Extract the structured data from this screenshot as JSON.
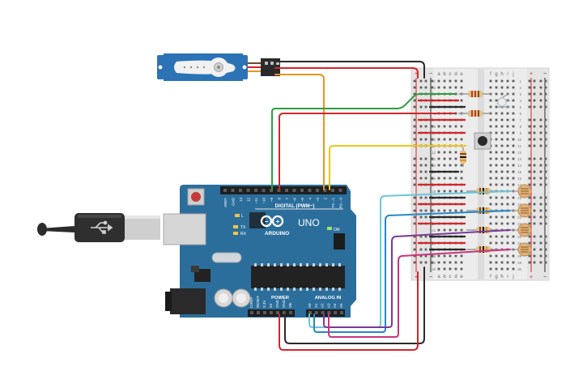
{
  "board": {
    "logo_text": "ARDUINO",
    "model": "UNO",
    "digital_header": "DIGITAL (PWM~)",
    "power_header": "POWER",
    "analog_header": "ANALOG IN",
    "on_label": "ON",
    "tx_label": "TX",
    "rx_label": "RX",
    "l_label": "L",
    "digital_pins": [
      "AREF",
      "GND",
      "13",
      "12",
      "~11",
      "~10",
      "~9",
      "8",
      "7",
      "~6",
      "~5",
      "4",
      "~3",
      "2",
      "TX→1",
      "RX←0"
    ],
    "power_pins": [
      "IOREF",
      "RESET",
      "3.3V",
      "5V",
      "GND",
      "GND",
      "Vin"
    ],
    "analog_pins": [
      "A0",
      "A1",
      "A2",
      "A3",
      "A4",
      "A5"
    ]
  },
  "breadboard": {
    "columns_left": [
      "a",
      "b",
      "c",
      "d",
      "e"
    ],
    "columns_right": [
      "f",
      "g",
      "h",
      "i",
      "j"
    ],
    "row_numbers": [
      "1",
      "2",
      "3",
      "4",
      "5",
      "6",
      "7",
      "8",
      "9",
      "10",
      "11",
      "12",
      "13",
      "14",
      "15",
      "16",
      "17",
      "18",
      "19",
      "20",
      "21",
      "22",
      "23",
      "24",
      "25",
      "26",
      "27",
      "28",
      "29",
      "30"
    ],
    "rail_plus": "+",
    "rail_minus": "−"
  },
  "colors": {
    "board": "#2b6e9c",
    "servo": "#2c73b6",
    "wire_red": "#d3262b",
    "wire_black": "#2a2a2a",
    "wire_green": "#2e9e3e",
    "wire_orange": "#e8951e",
    "wire_yellow": "#f2c418",
    "wire_cyan": "#6cc6d9",
    "wire_blue": "#2788c8",
    "wire_purple": "#7a3a97",
    "wire_magenta": "#c8347e"
  }
}
